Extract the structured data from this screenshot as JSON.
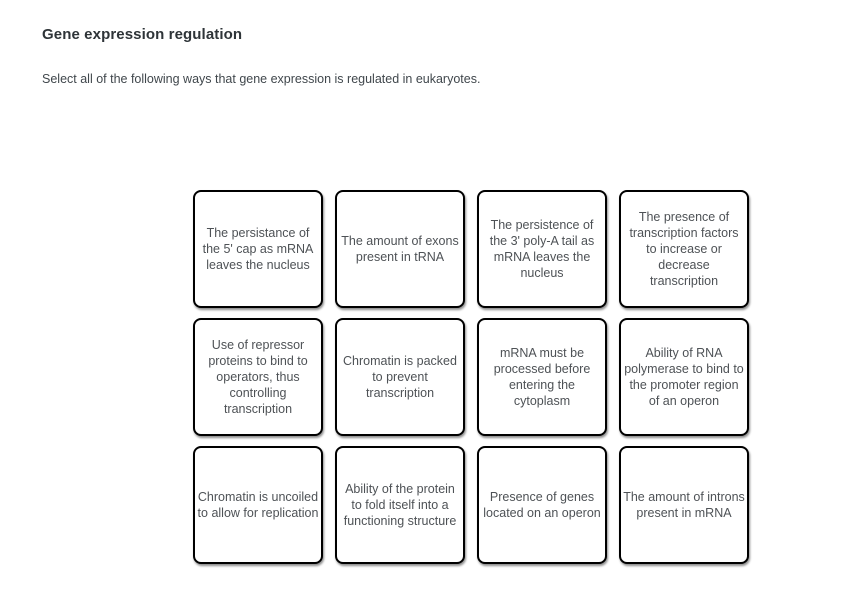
{
  "page": {
    "title": "Gene expression regulation",
    "prompt": "Select all of the following ways that gene expression is regulated in eukaryotes."
  },
  "colors": {
    "page_bg": "#ffffff",
    "title_text": "#2e3438",
    "prompt_text": "#40474c",
    "card_background": "#ffffff",
    "card_border": "#000000",
    "card_text": "#4e5256"
  },
  "cards": [
    {
      "text": "The persistance of the 5' cap as mRNA leaves the nucleus"
    },
    {
      "text": "The amount of exons present in tRNA"
    },
    {
      "text": "The persistence of the 3' poly-A tail as mRNA leaves the nucleus"
    },
    {
      "text": "The presence of transcription factors to increase or decrease transcription"
    },
    {
      "text": "Use of repressor proteins to bind to operators, thus controlling transcription"
    },
    {
      "text": "Chromatin is packed to prevent transcription"
    },
    {
      "text": "mRNA must be processed before entering the cytoplasm"
    },
    {
      "text": "Ability of RNA polymerase to bind to the promoter region of an operon"
    },
    {
      "text": "Chromatin is uncoiled to allow for replication"
    },
    {
      "text": "Ability of the protein to fold itself into a functioning structure"
    },
    {
      "text": "Presence of genes located on an operon"
    },
    {
      "text": "The amount of introns present in mRNA"
    }
  ]
}
